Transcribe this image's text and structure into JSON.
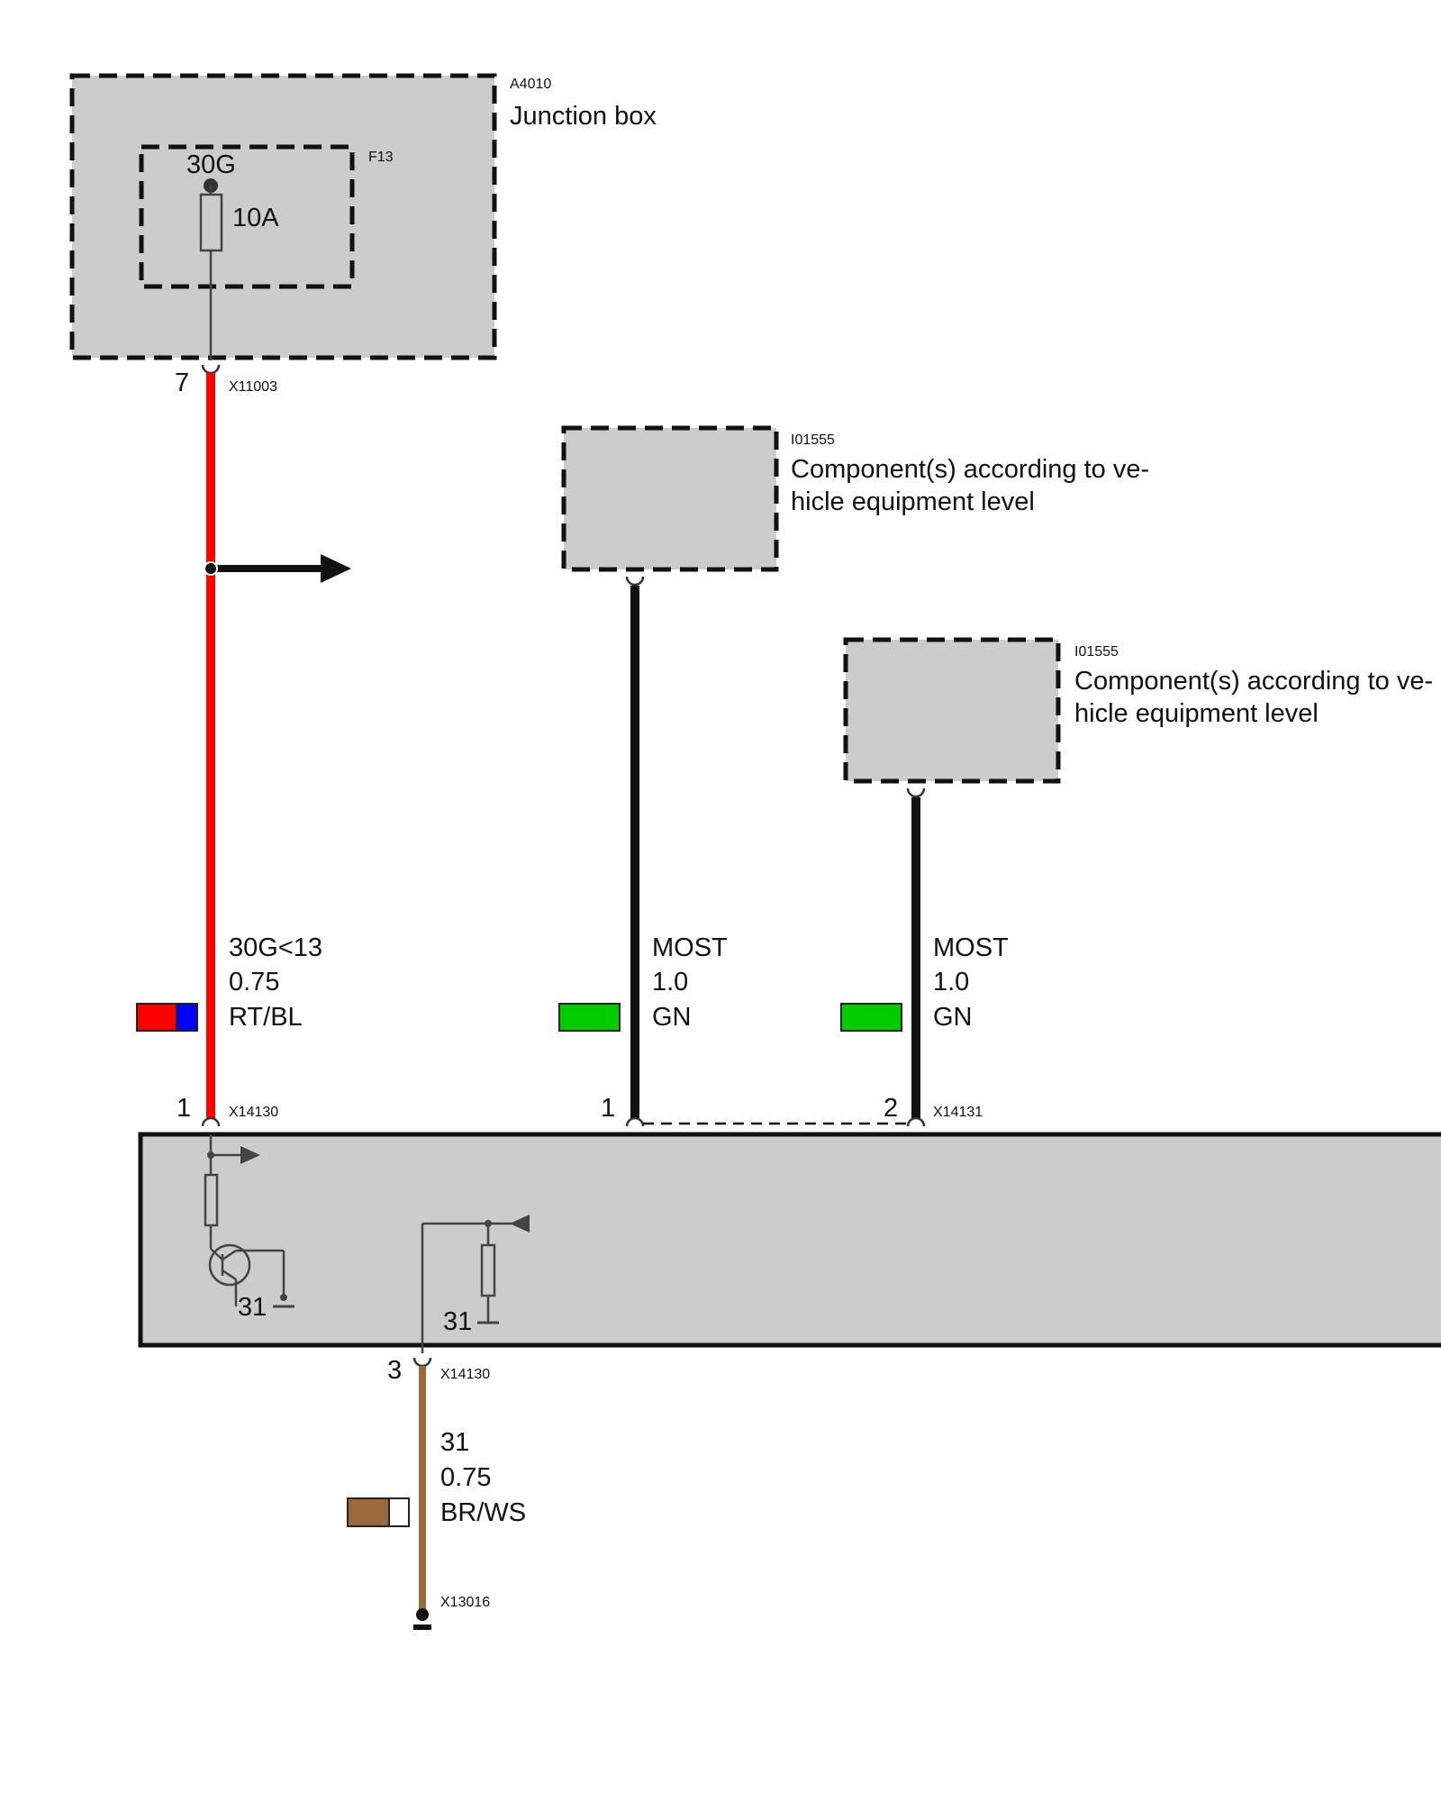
{
  "junction_box": {
    "id": "A4010",
    "title": "Junction box"
  },
  "fuse": {
    "id": "F13",
    "terminal": "30G",
    "rating": "10A"
  },
  "connectors": {
    "x11003": {
      "id": "X11003",
      "pin": "7"
    },
    "x14130_top": {
      "id": "X14130",
      "pin": "1"
    },
    "x14131_a": {
      "pin": "1"
    },
    "x14131_b": {
      "id": "X14131",
      "pin": "2"
    },
    "x14130_bottom": {
      "id": "X14130",
      "pin": "3"
    },
    "x13016": {
      "id": "X13016"
    }
  },
  "components": [
    {
      "id": "I01555",
      "line1": "Component(s) according to ve-",
      "line2": "hicle equipment level"
    },
    {
      "id": "I01555",
      "line1": "Component(s) according to ve-",
      "line2": "hicle equipment level"
    }
  ],
  "wires": {
    "power": {
      "signal": "30G<13",
      "gauge": "0.75",
      "color_code": "RT/BL",
      "colors": [
        "#ff0000",
        "#0000ff"
      ]
    },
    "most1": {
      "signal": "MOST",
      "gauge": "1.0",
      "color_code": "GN",
      "colors": [
        "#00cc00"
      ]
    },
    "most2": {
      "signal": "MOST",
      "gauge": "1.0",
      "color_code": "GN",
      "colors": [
        "#00cc00"
      ]
    },
    "ground": {
      "signal": "31",
      "gauge": "0.75",
      "color_code": "BR/WS",
      "colors": [
        "#9c6a3a",
        "#ffffff"
      ]
    }
  },
  "ground_labels": {
    "transistor": "31",
    "resistor": "31"
  }
}
